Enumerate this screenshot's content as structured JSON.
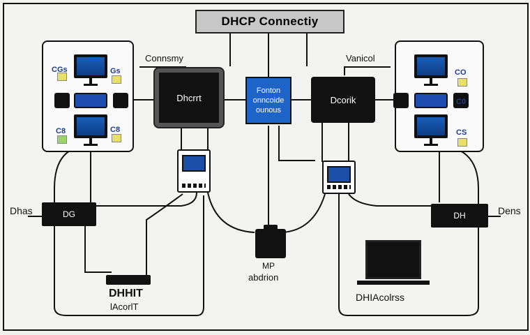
{
  "title": "DHCP Connectiy",
  "labels": {
    "left_connector": "Connsmy",
    "right_connector": "Vanicol",
    "left_server": "Dhcrrt",
    "center_box_lines": [
      "Fonton",
      "onncoide",
      "ounous"
    ],
    "right_server": "Dcorik",
    "left_side": "Dhas",
    "right_side": "Dens",
    "left_side_box": "DG",
    "right_side_box": "DH",
    "bottom_left_title": "DHHIT",
    "bottom_left_sub": "lAcorlT",
    "center_bottom_title": "MP",
    "center_bottom_sub": "abdrion",
    "laptop_caption": "DHIAcolrss"
  },
  "left_cluster": {
    "tags": [
      "CGs",
      "Gs",
      "C8",
      "C8"
    ]
  },
  "right_cluster": {
    "tags": [
      "CO",
      "C0",
      "CS"
    ]
  },
  "colors": {
    "accent_blue": "#1d63c8",
    "title_gray": "#c7c7c7",
    "dark": "#111111"
  }
}
